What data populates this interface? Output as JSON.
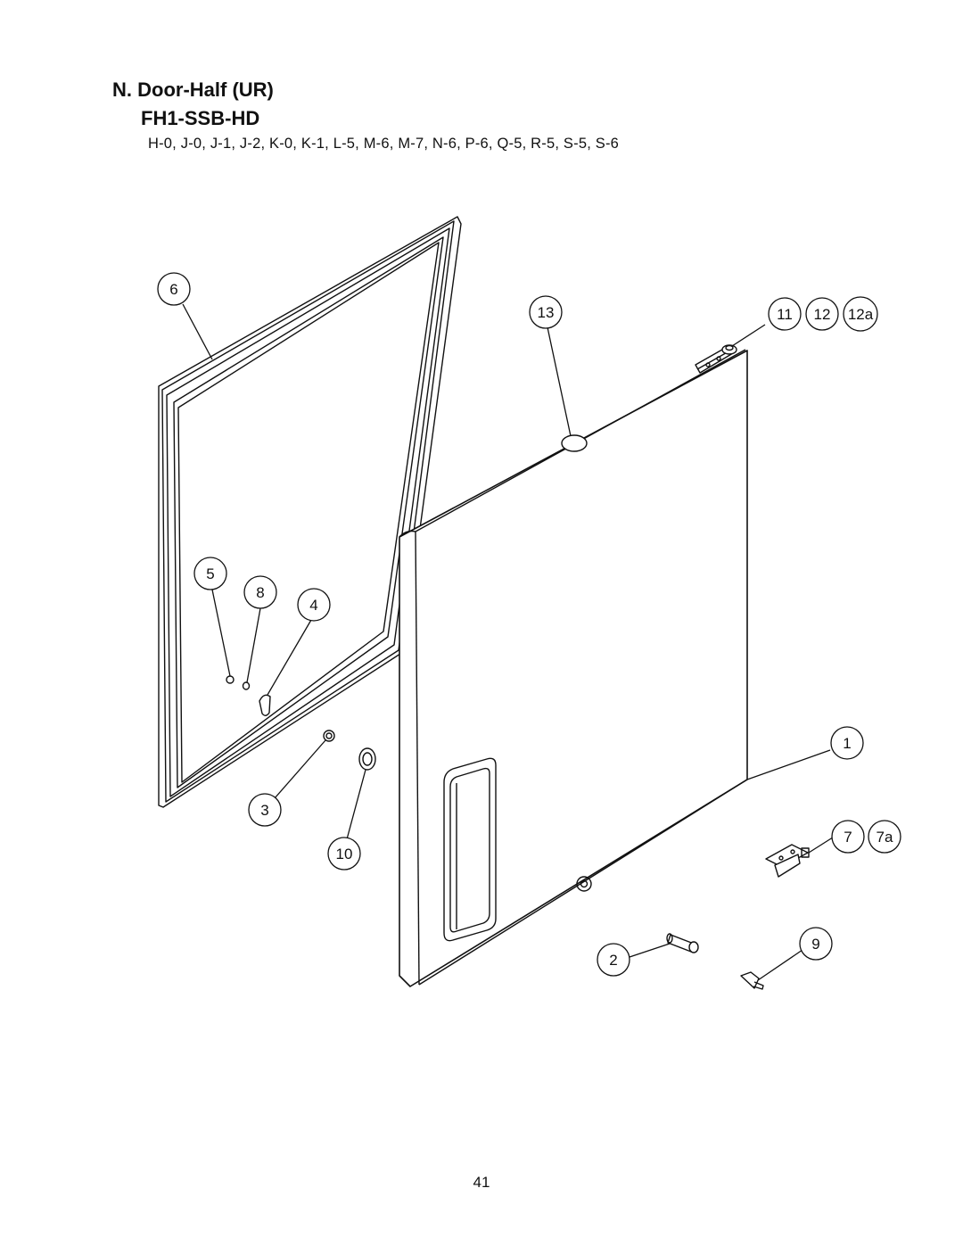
{
  "header": {
    "title": "N. Door-Half (UR)",
    "model": "FH1-SSB-HD",
    "serials": "H-0, J-0, J-1, J-2, K-0, K-1, L-5, M-6, M-7, N-6, P-6, Q-5, R-5, S-5, S-6"
  },
  "callouts": {
    "c1": "1",
    "c2": "2",
    "c3": "3",
    "c4": "4",
    "c5": "5",
    "c6": "6",
    "c7": "7",
    "c7a": "7a",
    "c8": "8",
    "c9": "9",
    "c10": "10",
    "c11": "11",
    "c12": "12",
    "c12a": "12a",
    "c13": "13"
  },
  "footer": {
    "page_number": "41"
  }
}
